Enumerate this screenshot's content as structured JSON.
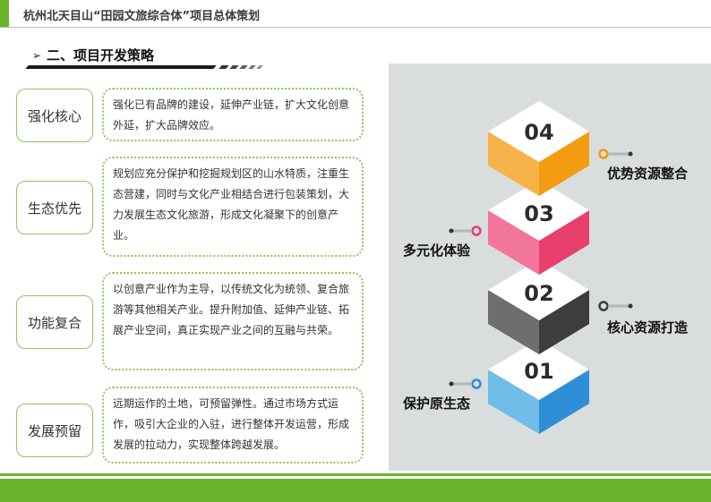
{
  "header": {
    "title": "杭州北天目山“田园文旅综合体”项目总体策划"
  },
  "section": {
    "arrow": "➢",
    "title": "二、项目开发策略"
  },
  "strategies": [
    {
      "label": "强化核心",
      "desc": "强化已有品牌的建设，延伸产业链，扩大文化创意外延，扩大品牌效应。"
    },
    {
      "label": "生态优先",
      "desc": "规划应充分保护和挖掘规划区的山水特质，注重生态营建，同时与文化产业相结合进行包装策划，大力发展生态文化旅游，形成文化凝聚下的创意产业。"
    },
    {
      "label": "功能复合",
      "desc": "以创意产业作为主导，以传统文化为统领、复合旅游等其他相关产业。提升附加值、延伸产业链、拓展产业空间，真正实现产业之间的互融与共荣。"
    },
    {
      "label": "发展预留",
      "desc": "远期运作的土地，可预留弹性。通过市场方式运作，吸引大企业的入驻，进行整体开发运营，形成发展的拉动力，实现整体跨越发展。"
    }
  ],
  "stack": [
    {
      "number": "04",
      "label": "优势资源整合",
      "color": "#f39c12"
    },
    {
      "number": "03",
      "label": "多元化体验",
      "color": "#ee4d7a"
    },
    {
      "number": "02",
      "label": "核心资源打造",
      "color": "#4a4a4a"
    },
    {
      "number": "01",
      "label": "保护原生态",
      "color": "#2e8fd6"
    }
  ]
}
